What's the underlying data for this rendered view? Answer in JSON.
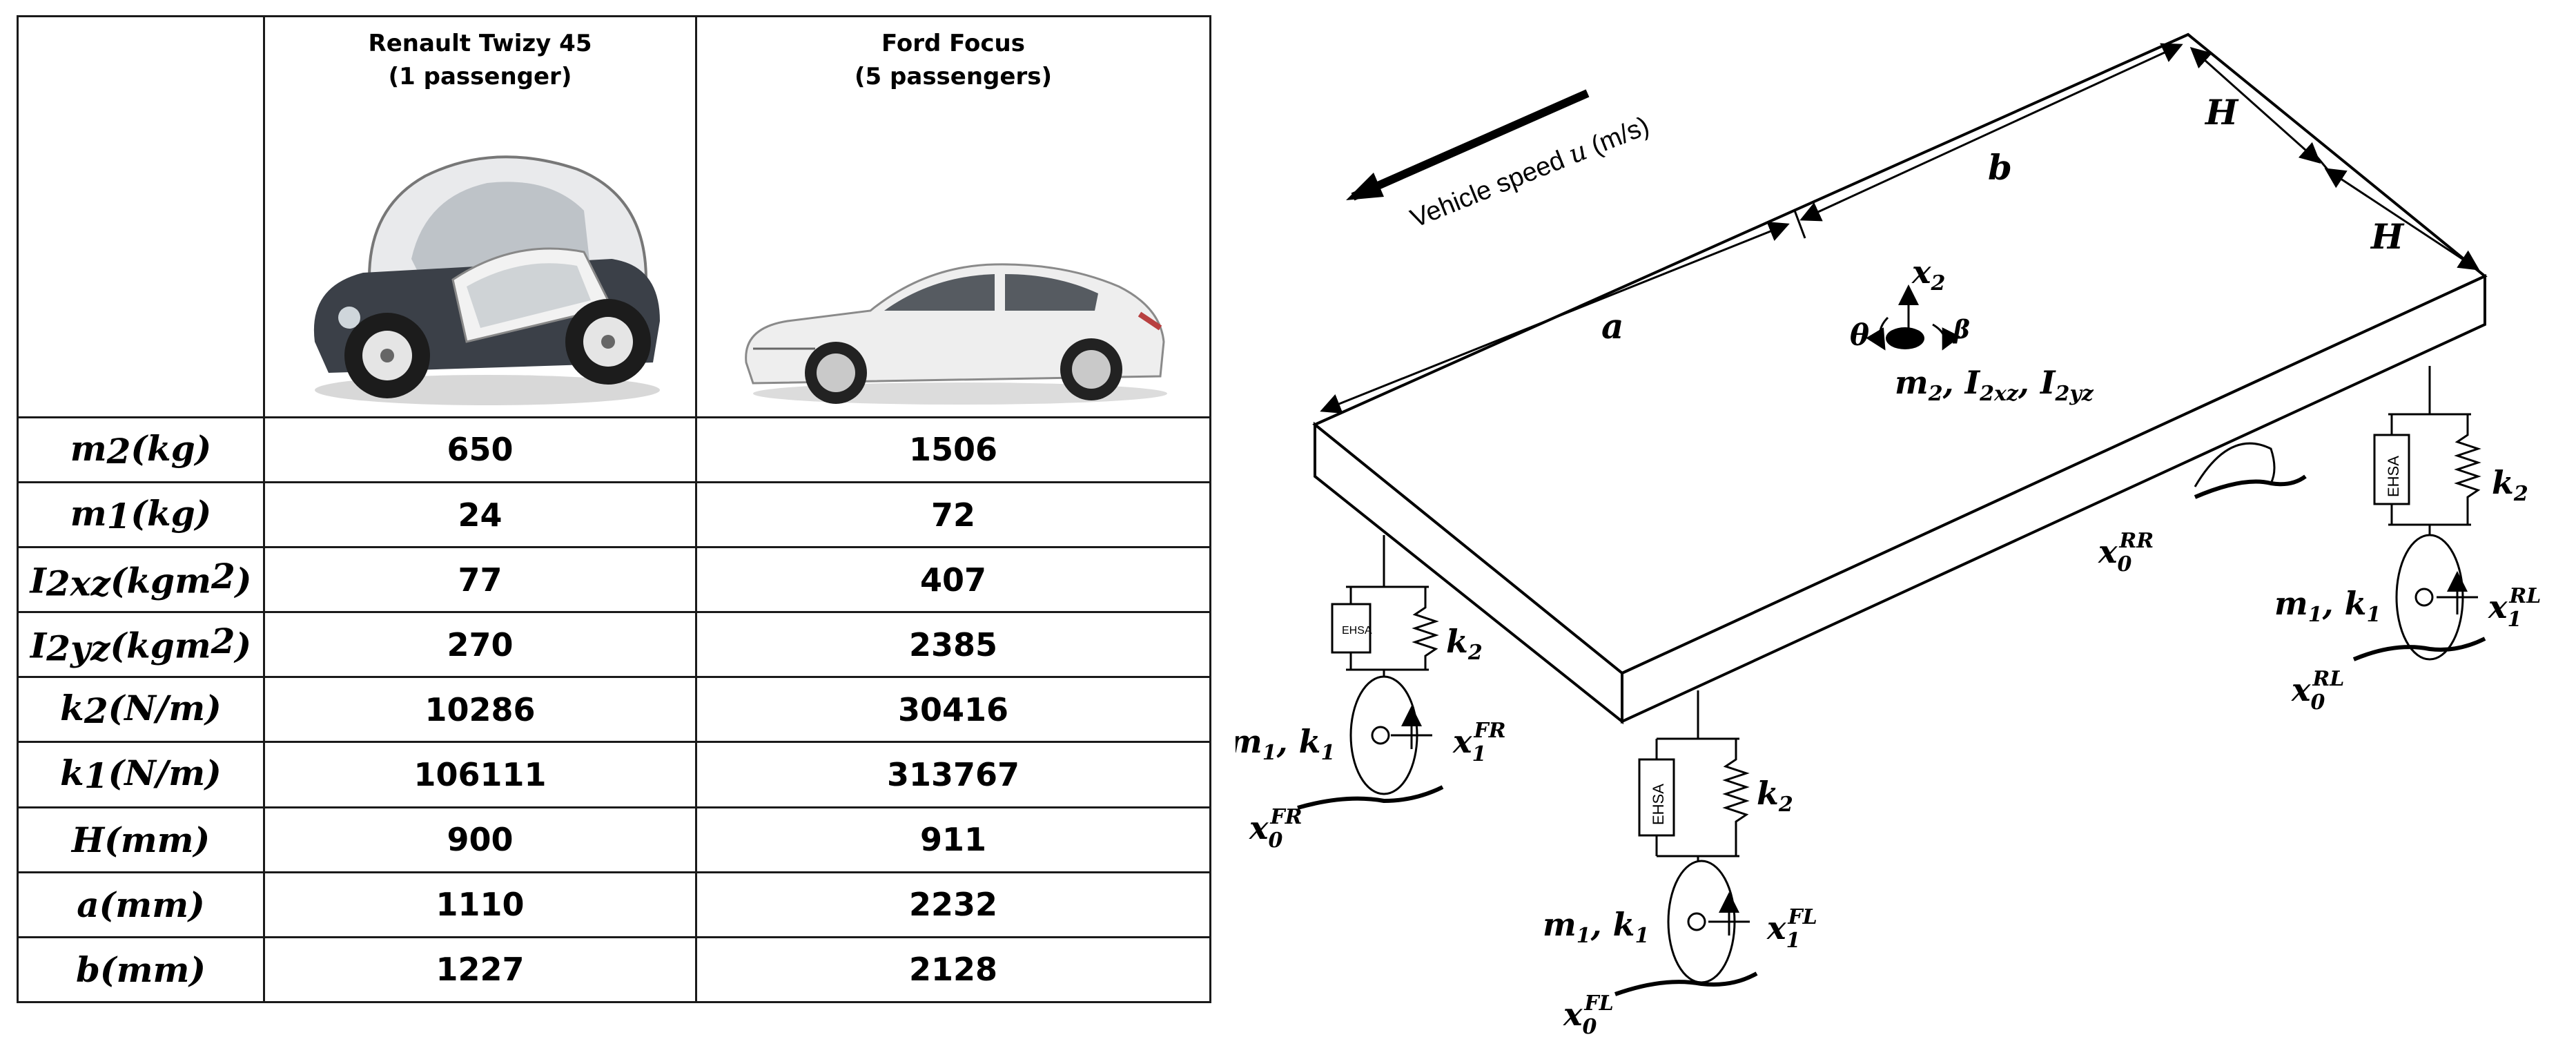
{
  "table": {
    "columns": [
      {
        "name": "Renault Twizy 45",
        "sub": "(1 passenger)"
      },
      {
        "name": "Ford Focus",
        "sub": "(5 passengers)"
      }
    ],
    "rows": [
      {
        "sym": "m",
        "sub": "2",
        "sup": "",
        "unit": "(kg)",
        "twizy": "650",
        "focus": "1506"
      },
      {
        "sym": "m",
        "sub": "1",
        "sup": "",
        "unit": "(kg)",
        "twizy": "24",
        "focus": "72"
      },
      {
        "sym": "I",
        "sub": "2xz",
        "sup": "",
        "unit": "(kgm",
        "unit_sup": "2",
        "unit_end": ")",
        "twizy": "77",
        "focus": "407"
      },
      {
        "sym": "I",
        "sub": "2yz",
        "sup": "",
        "unit": "(kgm",
        "unit_sup": "2",
        "unit_end": ")",
        "twizy": "270",
        "focus": "2385"
      },
      {
        "sym": "k",
        "sub": "2",
        "sup": "",
        "unit": "(N/m)",
        "twizy": "10286",
        "focus": "30416"
      },
      {
        "sym": "k",
        "sub": "1",
        "sup": "",
        "unit": "(N/m)",
        "twizy": "106111",
        "focus": "313767"
      },
      {
        "sym": "H",
        "sub": "",
        "sup": "",
        "unit": "(mm)",
        "twizy": "900",
        "focus": "911"
      },
      {
        "sym": "a",
        "sub": "",
        "sup": "",
        "unit": "(mm)",
        "twizy": "1110",
        "focus": "2232"
      },
      {
        "sym": "b",
        "sub": "",
        "sup": "",
        "unit": "(mm)",
        "twizy": "1227",
        "focus": "2128"
      }
    ]
  },
  "diagram": {
    "speed_label": "Vehicle speed",
    "speed_symbol": "u",
    "speed_unit": "(m/s)",
    "dim_a": "a",
    "dim_b": "b",
    "dim_h1": "H",
    "dim_h2": "H",
    "body_x": "x",
    "body_x_sub": "2",
    "theta": "θ",
    "beta": "β",
    "body_params": "m",
    "body_params_sub": "2",
    "body_I1": "I",
    "body_I1_sub": "2xz",
    "body_I2": "I",
    "body_I2_sub": "2yz",
    "ehsa": "EHSA",
    "spring_k": "k",
    "spring_k_sub": "2",
    "wheel_m": "m",
    "wheel_m_sub": "1",
    "wheel_k": "k",
    "wheel_k_sub": "1",
    "fr_x1": "x",
    "fr_x1_sub": "1",
    "fr_x1_sup": "FR",
    "fr_x0": "x",
    "fr_x0_sub": "0",
    "fr_x0_sup": "FR",
    "fl_x1": "x",
    "fl_x1_sub": "1",
    "fl_x1_sup": "FL",
    "fl_x0": "x",
    "fl_x0_sub": "0",
    "fl_x0_sup": "FL",
    "rl_x1": "x",
    "rl_x1_sub": "1",
    "rl_x1_sup": "RL",
    "rl_x0": "x",
    "rl_x0_sub": "0",
    "rl_x0_sup": "RL",
    "rr_x0": "x",
    "rr_x0_sub": "0",
    "rr_x0_sup": "RR"
  }
}
